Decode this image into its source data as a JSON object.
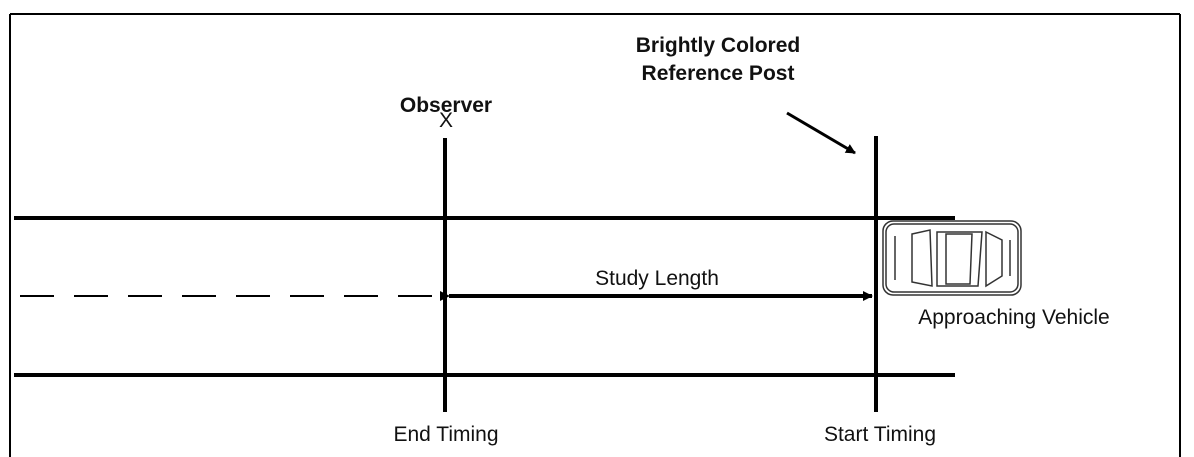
{
  "diagram": {
    "observer_label": "Observer",
    "observer_mark": "X",
    "reference_post_line1": "Brightly Colored",
    "reference_post_line2": "Reference Post",
    "study_length_label": "Study Length",
    "vehicle_label": "Approaching Vehicle",
    "end_timing_label": "End Timing",
    "start_timing_label": "Start Timing",
    "line_color": "#000000",
    "text_color": "#111111"
  }
}
